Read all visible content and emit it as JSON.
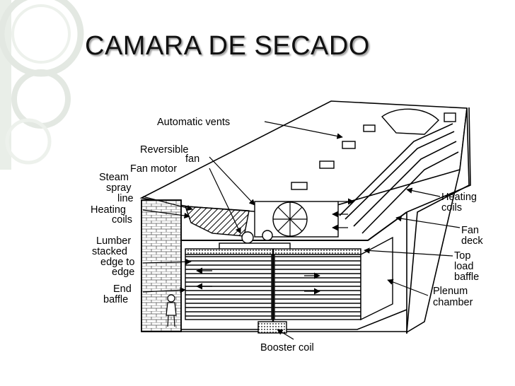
{
  "slide": {
    "title": "CAMARA DE SECADO"
  },
  "diagram": {
    "labels": {
      "automatic_vents": "Automatic vents",
      "reversible": "Reversible",
      "fan": "fan",
      "fan_motor": "Fan motor",
      "steam": "Steam",
      "spray": "spray",
      "line": "line",
      "heating_left": "Heating",
      "coils_left": "coils",
      "lumber": "Lumber",
      "stacked": "stacked",
      "edge_to": "edge to",
      "edge": "edge",
      "end": "End",
      "baffle": "baffle",
      "heating_right": "Heating",
      "coils_right": "coils",
      "fan_r": "Fan",
      "deck": "deck",
      "top": "Top",
      "load": "load",
      "baffle_r": "baffle",
      "plenum": "Plenum",
      "chamber": "chamber",
      "booster_coil": "Booster coil"
    }
  }
}
